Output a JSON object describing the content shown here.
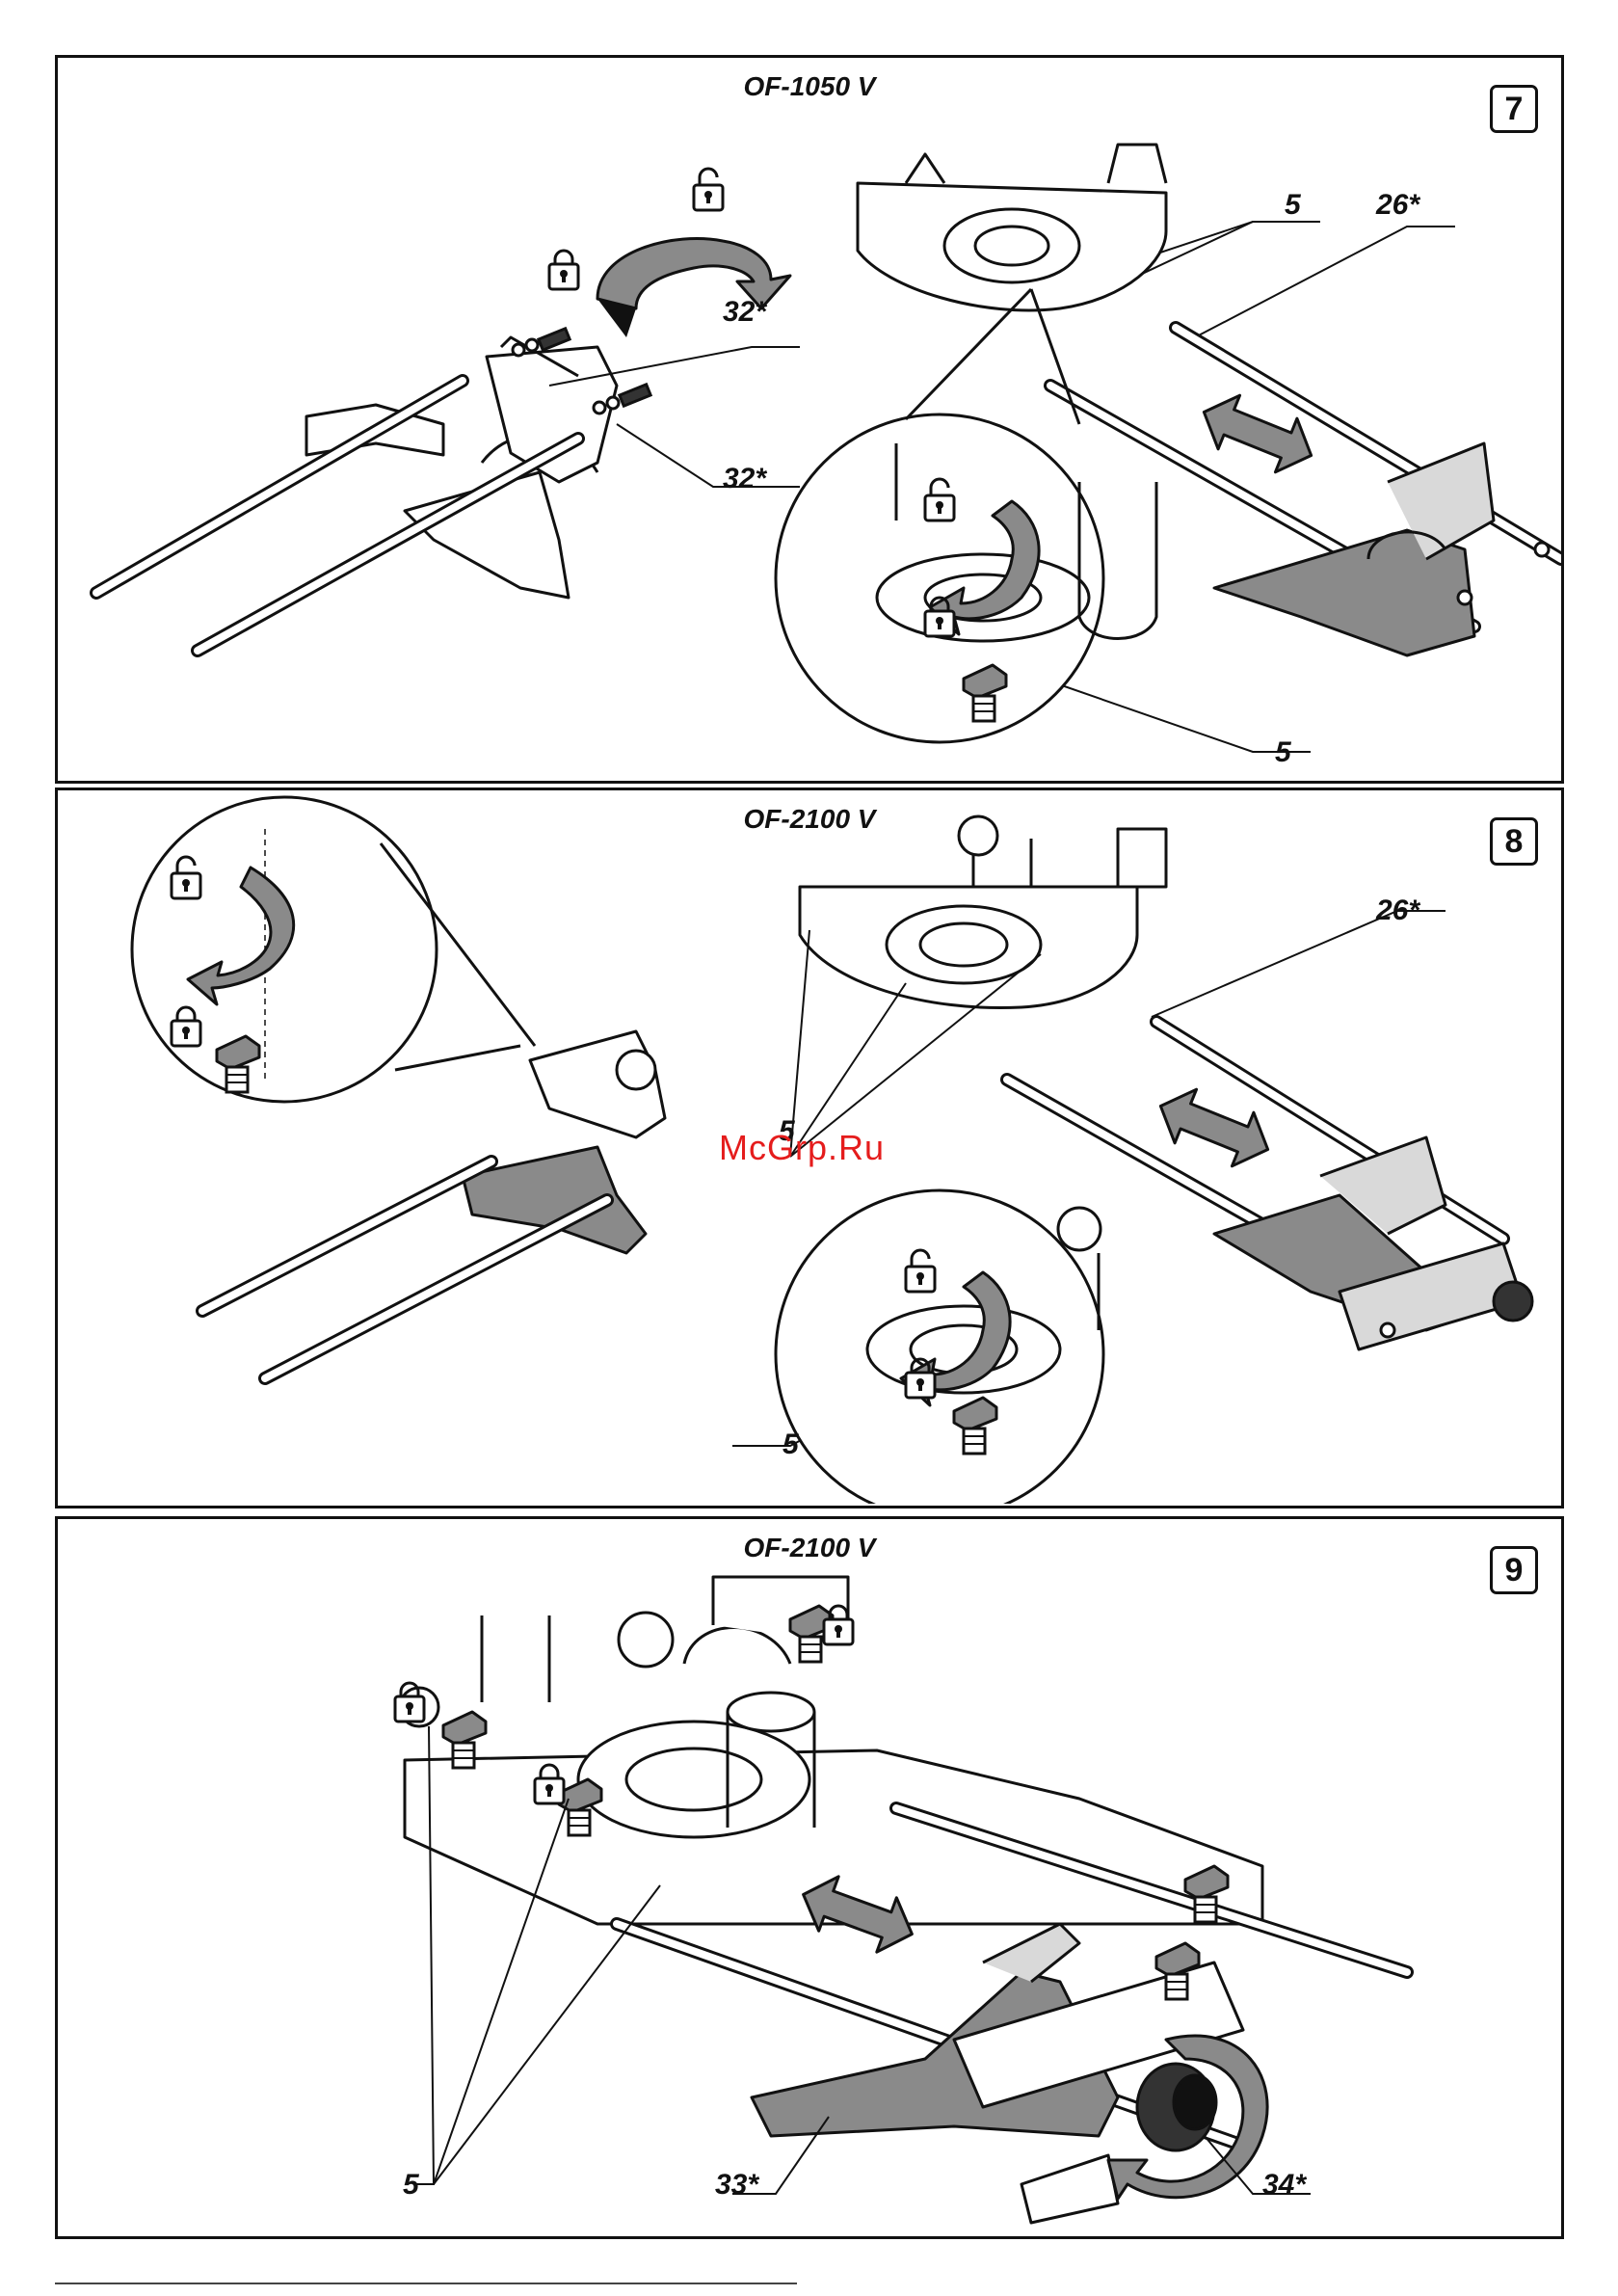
{
  "panels": [
    {
      "title": "OF-1050 V",
      "number": "7",
      "callouts": {
        "a": "32*",
        "b": "32*",
        "c": "5",
        "d": "26*",
        "e": "5"
      }
    },
    {
      "title": "OF-2100 V",
      "number": "8",
      "callouts": {
        "a": "26*",
        "b": "5",
        "c": "5"
      }
    },
    {
      "title": "OF-2100 V",
      "number": "9",
      "callouts": {
        "a": "5",
        "b": "33*",
        "c": "34*"
      }
    }
  ],
  "watermark": "McGrp.Ru",
  "icons": [
    "lock-open-icon",
    "lock-closed-icon",
    "rotate-arrow-icon",
    "double-arrow-icon"
  ],
  "colors": {
    "line": "#111111",
    "fill_gray": "#8a8a8a",
    "fill_light": "#d9d9d9",
    "watermark": "#e51c1c"
  }
}
